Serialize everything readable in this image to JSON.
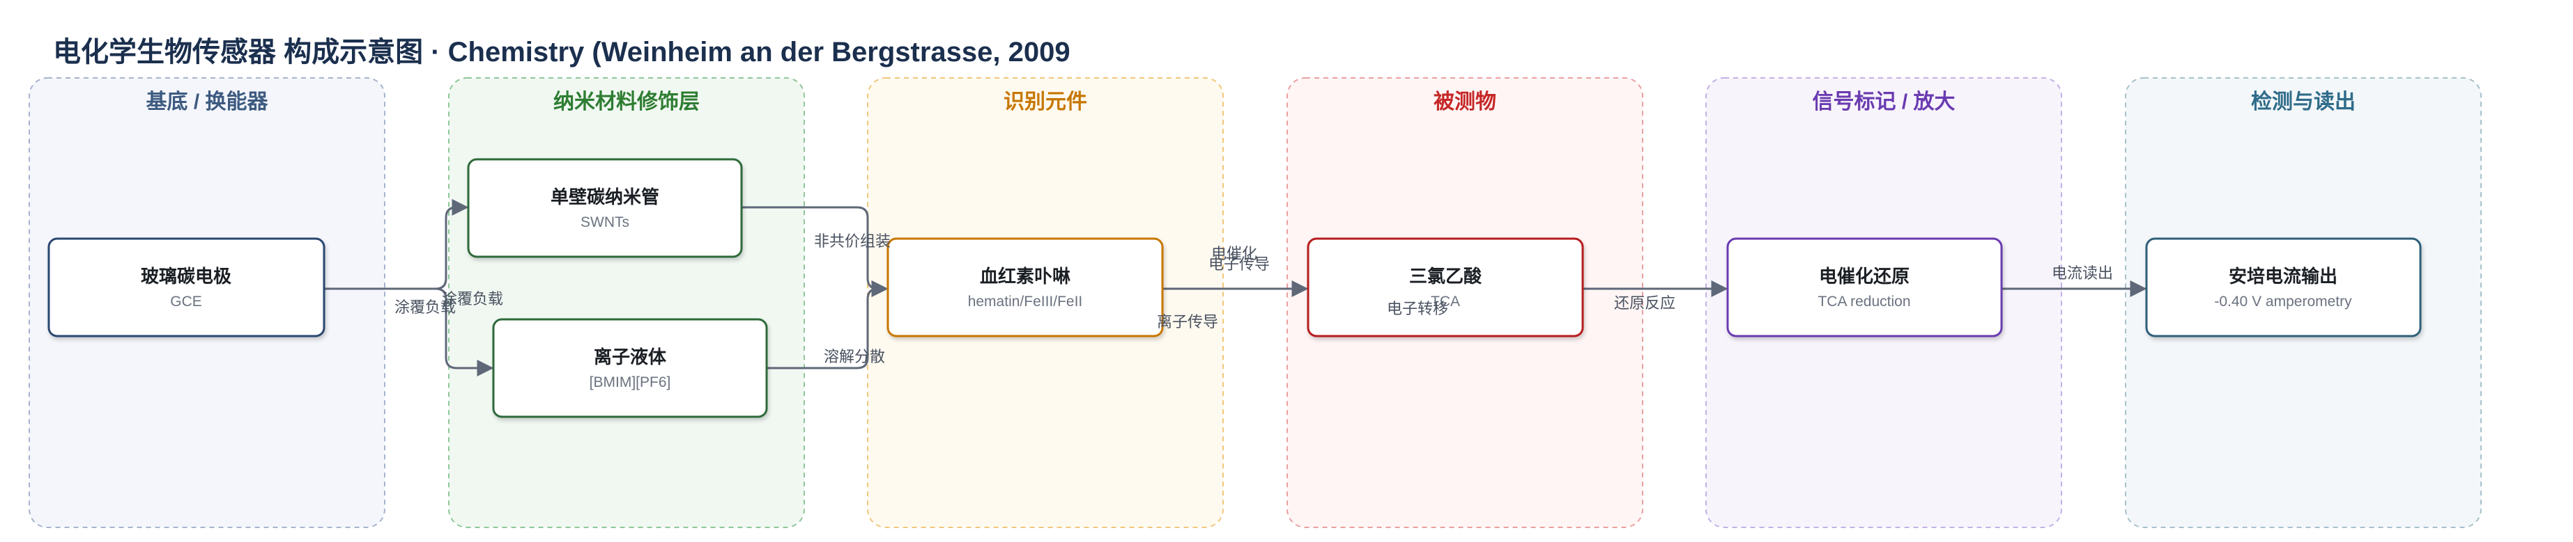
{
  "title": "电化学生物传感器 构成示意图 · Chemistry (Weinheim an der Bergstrasse, 2009",
  "colors": {
    "title": "#1b2f4e",
    "edge": "#5e6878"
  },
  "lanes": [
    {
      "id": "substrate",
      "title": "基底 / 换能器",
      "color": "#3d5a80",
      "fill": "#f4f6fb",
      "border": "#a7b4cf"
    },
    {
      "id": "nano",
      "title": "纳米材料修饰层",
      "color": "#2e7d32",
      "fill": "#f1f8f2",
      "border": "#8fc79a"
    },
    {
      "id": "recog",
      "title": "识别元件",
      "color": "#c77700",
      "fill": "#fffaf0",
      "border": "#f0c77a"
    },
    {
      "id": "analyte",
      "title": "被测物",
      "color": "#c62828",
      "fill": "#fff5f5",
      "border": "#eaa0a0"
    },
    {
      "id": "signal",
      "title": "信号标记 / 放大",
      "color": "#6a3bb0",
      "fill": "#f7f4fc",
      "border": "#c4b1e6"
    },
    {
      "id": "readout",
      "title": "检测与读出",
      "color": "#2f6b8a",
      "fill": "#f3f7f9",
      "border": "#a8c0cc"
    }
  ],
  "nodes": [
    {
      "id": "gce",
      "title": "玻璃碳电极",
      "sub": "GCE",
      "color": "#2c4770"
    },
    {
      "id": "swnt",
      "title": "单壁碳纳米管",
      "sub": "SWNTs",
      "color": "#2e6b3a"
    },
    {
      "id": "il",
      "title": "离子液体",
      "sub": "[BMIM][PF6]",
      "color": "#2e6b3a"
    },
    {
      "id": "hemin",
      "title": "血红素卟啉",
      "sub": "hematin/FeIII/FeII",
      "color": "#c77700"
    },
    {
      "id": "tca",
      "title": "三氯乙酸",
      "sub": "TCA",
      "color": "#b71c1c"
    },
    {
      "id": "ecr",
      "title": "电催化还原",
      "sub": "TCA reduction",
      "color": "#6a3bb0"
    },
    {
      "id": "amp",
      "title": "安培电流输出",
      "sub": "-0.40 V amperometry",
      "color": "#2f5f7a"
    }
  ],
  "edges": [
    {
      "from": "gce",
      "to": "swnt",
      "label": "涂覆负载"
    },
    {
      "from": "gce",
      "to": "il",
      "label": "涂覆负载"
    },
    {
      "from": "swnt",
      "to": "hemin",
      "label": "非共价组装"
    },
    {
      "from": "il",
      "to": "hemin",
      "label": "溶解分散"
    },
    {
      "from": "hemin",
      "to": "tca",
      "label": "电催化"
    },
    {
      "from": "hemin",
      "to": "tca",
      "label": "电子传导"
    },
    {
      "from": "hemin",
      "to": "tca",
      "label": "离子传导"
    },
    {
      "from": "tca",
      "to": "ecr",
      "label": "电子转移"
    },
    {
      "from": "tca",
      "to": "ecr",
      "label": "还原反应"
    },
    {
      "from": "ecr",
      "to": "amp",
      "label": "电流读出"
    }
  ]
}
